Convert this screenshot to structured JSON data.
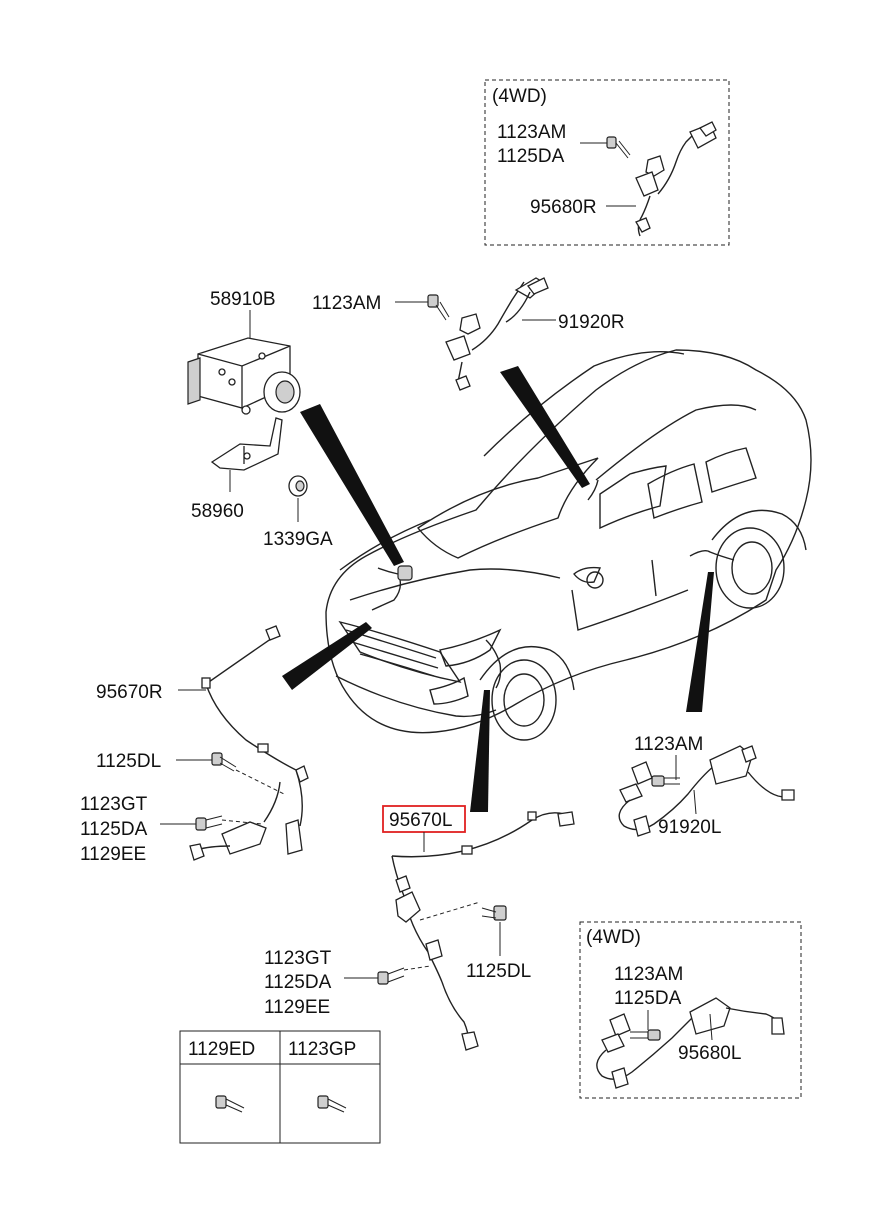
{
  "labels": {
    "box_top_title": "(4WD)",
    "box_top_1123am": "1123AM",
    "box_top_1125da": "1125DA",
    "box_top_95680r": "95680R",
    "p58910b": "58910B",
    "p1123am_front": "1123AM",
    "p91920r": "91920R",
    "p58960": "58960",
    "p1339ga": "1339GA",
    "p95670r": "95670R",
    "p1125dl_left": "1125DL",
    "p1123gt_left": "1123GT",
    "p1125da_left": "1125DA",
    "p1129ee_left": "1129EE",
    "p95670l": "95670L",
    "p1123am_rear": "1123AM",
    "p91920l": "91920L",
    "p1125dl_center": "1125DL",
    "p1123gt_center": "1123GT",
    "p1125da_center": "1125DA",
    "p1129ee_center": "1129EE",
    "box_bottom_title": "(4WD)",
    "box_bottom_1123am": "1123AM",
    "box_bottom_1125da": "1125DA",
    "box_bottom_95680l": "95680L",
    "table_col1": "1129ED",
    "table_col2": "1123GP"
  },
  "highlight": {
    "part": "95670L",
    "color": "#e02020"
  }
}
